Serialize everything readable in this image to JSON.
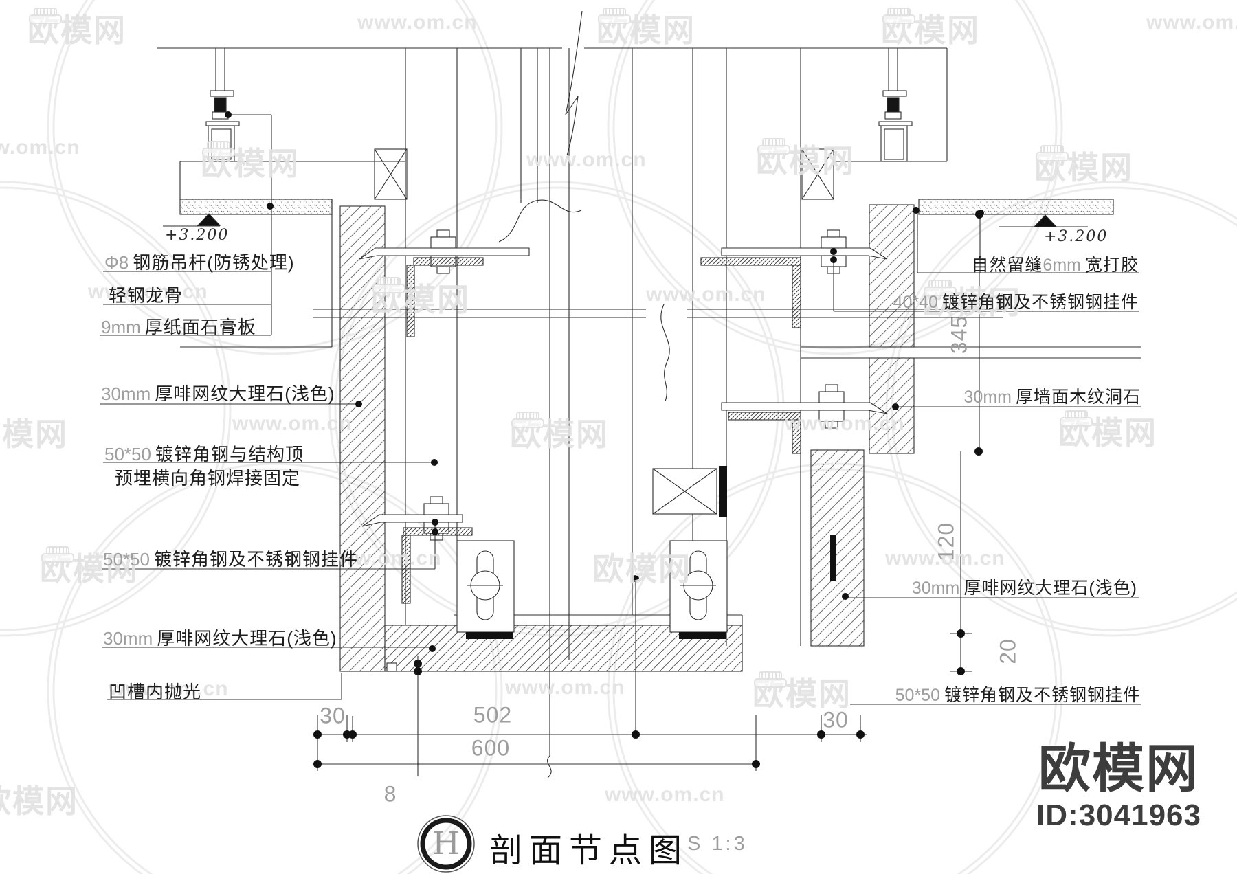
{
  "watermark": {
    "brand": "欧模网",
    "url": "www.om.cn"
  },
  "logo": {
    "brand": "欧模网",
    "id": "ID:3041963"
  },
  "title": {
    "bubble": "H",
    "text": "剖面节点图",
    "scale": "S 1:3"
  },
  "levels": {
    "left": "+3.200",
    "right": "+3.200"
  },
  "annotations": {
    "left": [
      {
        "num": "Φ8",
        "text": "钢筋吊杆(防锈处理)"
      },
      {
        "num": "",
        "text": "轻钢龙骨"
      },
      {
        "num": "9mm",
        "text": "厚纸面石膏板"
      },
      {
        "num": "30mm",
        "text": "厚啡网纹大理石(浅色)"
      },
      {
        "num": "50*50",
        "text": "镀锌角钢与结构顶",
        "text2": "预埋横向角钢焊接固定"
      },
      {
        "num": "50*50",
        "text": "镀锌角钢及不锈钢钢挂件"
      },
      {
        "num": "30mm",
        "text": "厚啡网纹大理石(浅色)"
      },
      {
        "num": "",
        "text": "凹槽内抛光"
      }
    ],
    "right": [
      {
        "pre": "自然留缝",
        "num": "6mm",
        "text": "宽打胶"
      },
      {
        "num": "40*40",
        "text": "镀锌角钢及不锈钢钢挂件"
      },
      {
        "num": "30mm",
        "text": "厚墙面木纹洞石"
      },
      {
        "num": "30mm",
        "text": "厚啡网纹大理石(浅色)"
      },
      {
        "num": "50*50",
        "text": "镀锌角钢及不锈钢钢挂件"
      }
    ]
  },
  "dimensions": {
    "v345": "345",
    "v120": "120",
    "v20": "20",
    "b30l": "30",
    "b502": "502",
    "b600": "600",
    "b30r": "30",
    "v8": "8"
  }
}
